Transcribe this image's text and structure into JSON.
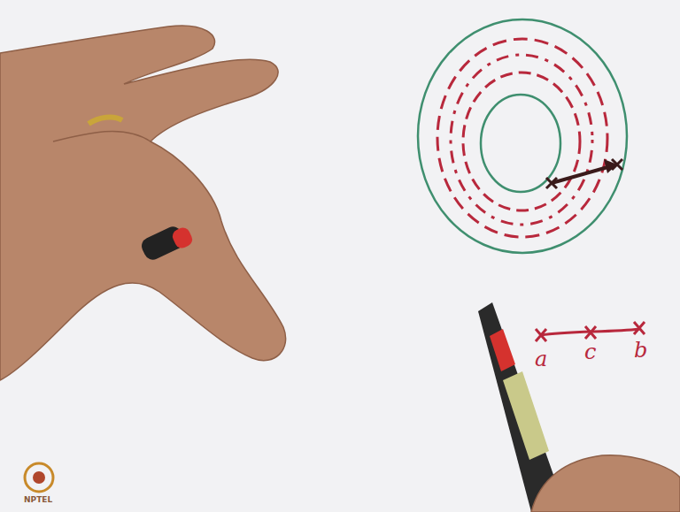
{
  "diagram": {
    "labels": [
      "a",
      "c",
      "b",
      "NPTEL"
    ]
  }
}
